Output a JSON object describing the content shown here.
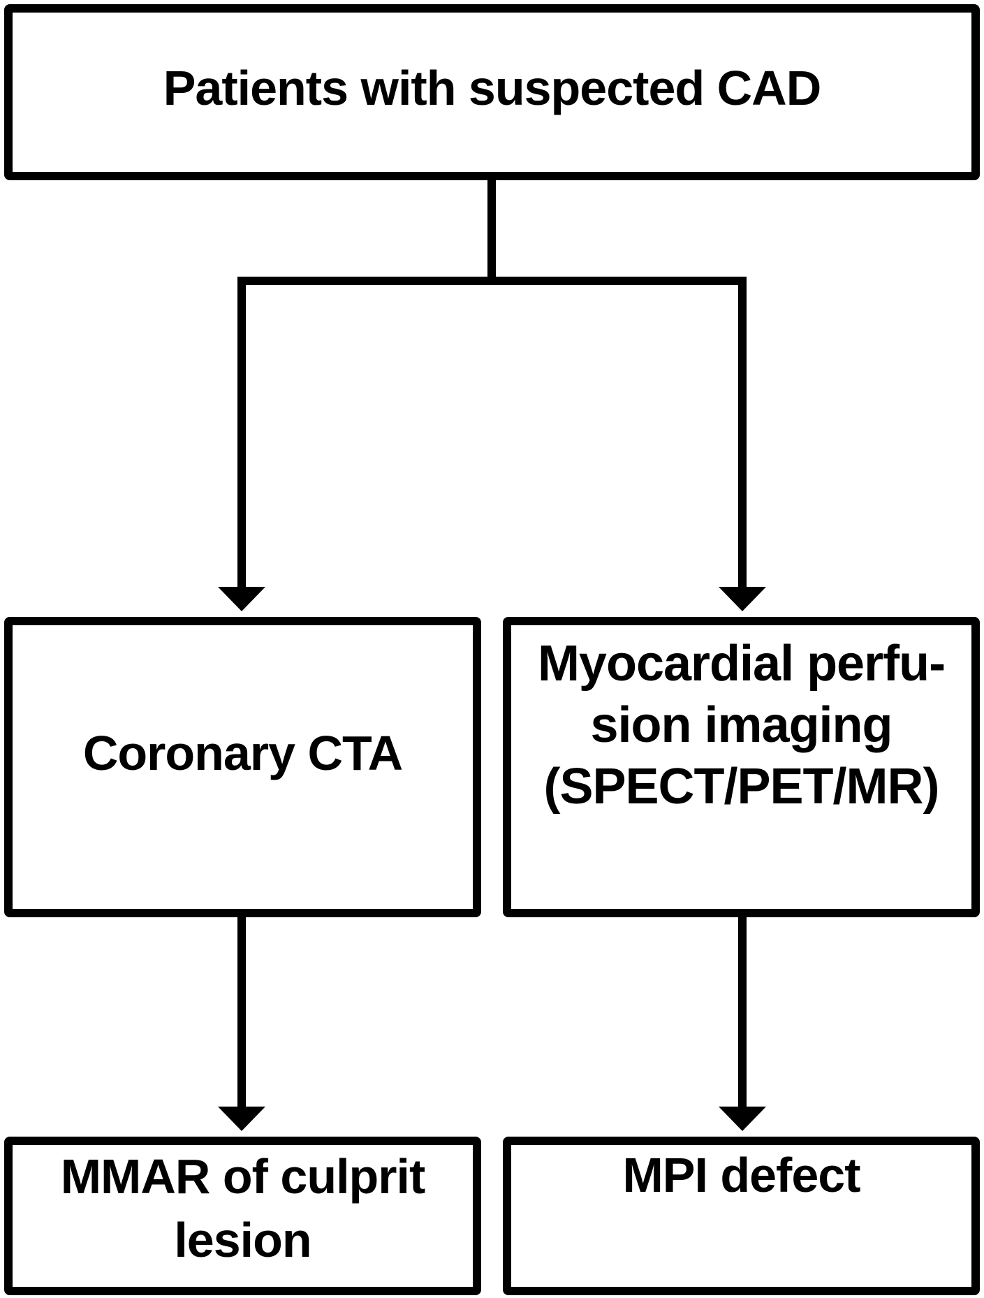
{
  "nodes": {
    "top": {
      "label": "Patients with suspected CAD"
    },
    "cta": {
      "label": "Coronary CTA"
    },
    "mpi": {
      "line1": "Myocardial perfu-",
      "line2": "sion imaging",
      "line3": "(SPECT/PET/MR)"
    },
    "mmar": {
      "line1": "MMAR of culprit",
      "line2": "lesion"
    },
    "defect": {
      "label": "MPI defect"
    }
  },
  "edges": [
    {
      "from": "Patients with suspected CAD",
      "to": "Coronary CTA"
    },
    {
      "from": "Patients with suspected CAD",
      "to": "Myocardial perfusion imaging (SPECT/PET/MR)"
    },
    {
      "from": "Coronary CTA",
      "to": "MMAR of culprit lesion"
    },
    {
      "from": "Myocardial perfusion imaging (SPECT/PET/MR)",
      "to": "MPI defect"
    }
  ],
  "colors": {
    "line": "#000000",
    "background": "#ffffff"
  }
}
